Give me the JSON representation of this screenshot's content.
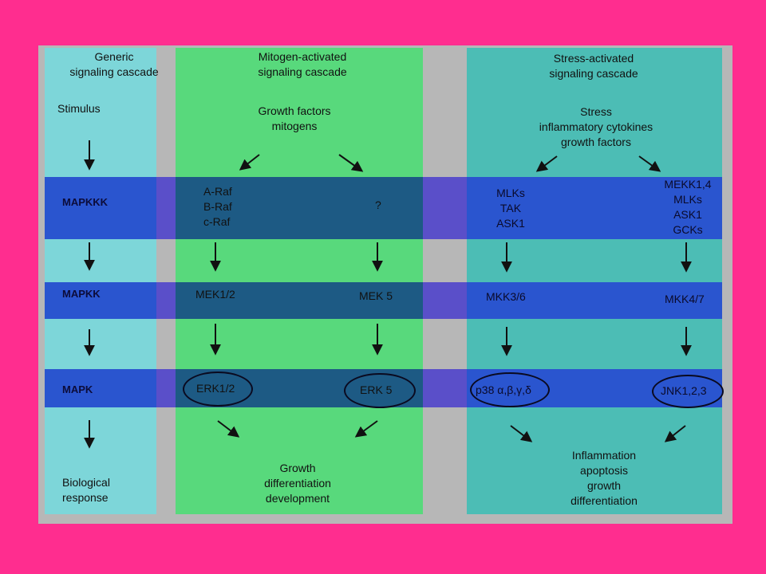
{
  "colors": {
    "background": "#ff2d8f",
    "generic_column": "#7dd6d9",
    "mitogen_column": "#58d97c",
    "stress_column": "#4cbdb5",
    "band": "#2a55cf",
    "band_overlap": "#1d5a84",
    "divider": "#b7b7b7"
  },
  "columns": {
    "generic": {
      "title_line1": "Generic",
      "title_line2": "signaling cascade",
      "stimulus": "Stimulus",
      "mapkkk": "MAPKKK",
      "mapkk": "MAPKK",
      "mapk": "MAPK",
      "response_line1": "Biological",
      "response_line2": "response"
    },
    "mitogen": {
      "title_line1": "Mitogen-activated",
      "title_line2": "signaling cascade",
      "stimulus_line1": "Growth factors",
      "stimulus_line2": "mitogens",
      "mapkkk_left_1": "A-Raf",
      "mapkkk_left_2": "B-Raf",
      "mapkkk_left_3": "c-Raf",
      "mapkkk_right": "?",
      "mapkk_left": "MEK1/2",
      "mapkk_right": "MEK 5",
      "mapk_left": "ERK1/2",
      "mapk_right": "ERK 5",
      "outcome_line1": "Growth",
      "outcome_line2": "differentiation",
      "outcome_line3": "development"
    },
    "stress": {
      "title_line1": "Stress-activated",
      "title_line2": "signaling cascade",
      "stimulus_line1": "Stress",
      "stimulus_line2": "inflammatory cytokines",
      "stimulus_line3": "growth factors",
      "mapkkk_left_1": "MLKs",
      "mapkkk_left_2": "TAK",
      "mapkkk_left_3": "ASK1",
      "mapkkk_right_1": "MEKK1,4",
      "mapkkk_right_2": "MLKs",
      "mapkkk_right_3": "ASK1",
      "mapkkk_right_4": "GCKs",
      "mapkk_left": "MKK3/6",
      "mapkk_right": "MKK4/7",
      "mapk_left": "p38 α,β,γ,δ",
      "mapk_right": "JNK1,2,3",
      "outcome_line1": "Inflammation",
      "outcome_line2": "apoptosis",
      "outcome_line3": "growth",
      "outcome_line4": "differentiation"
    }
  }
}
